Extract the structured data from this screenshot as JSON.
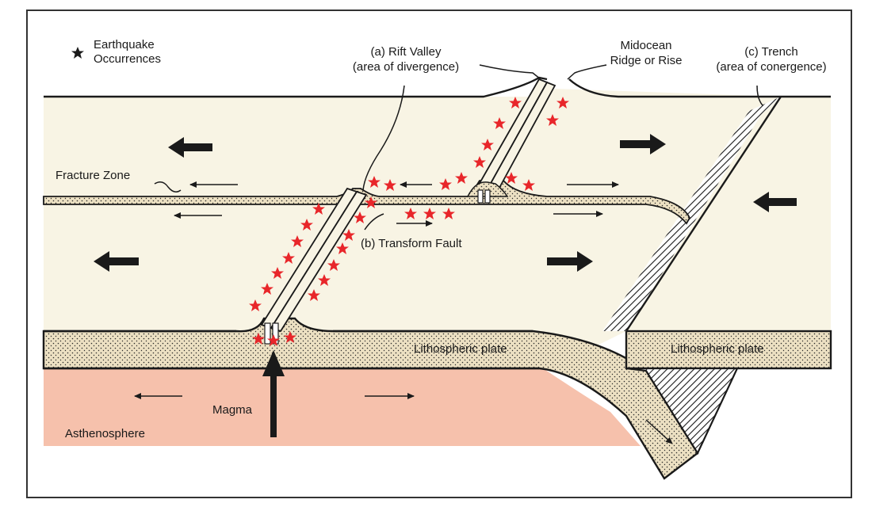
{
  "legend": {
    "line1": "Earthquake",
    "line2": "Occurrences",
    "icon": "star-icon"
  },
  "labels": {
    "rift_valley_1": "(a) Rift Valley",
    "rift_valley_2": "(area of divergence)",
    "midocean_1": "Midocean",
    "midocean_2": "Ridge or Rise",
    "trench_1": "(c) Trench",
    "trench_2": "(area of conergence)",
    "fracture_zone": "Fracture Zone",
    "transform_fault": "(b) Transform Fault",
    "lithospheric_plate_left": "Lithospheric plate",
    "lithospheric_plate_right": "Lithospheric plate",
    "magma": "Magma",
    "asthenosphere": "Asthenosphere"
  },
  "colors": {
    "plate_surface": "#f8f4e4",
    "lithosphere": "#ece0c2",
    "asthenosphere": "#f6c1ac",
    "earthquake_star": "#e8262a",
    "outline": "#1a1a1a"
  }
}
